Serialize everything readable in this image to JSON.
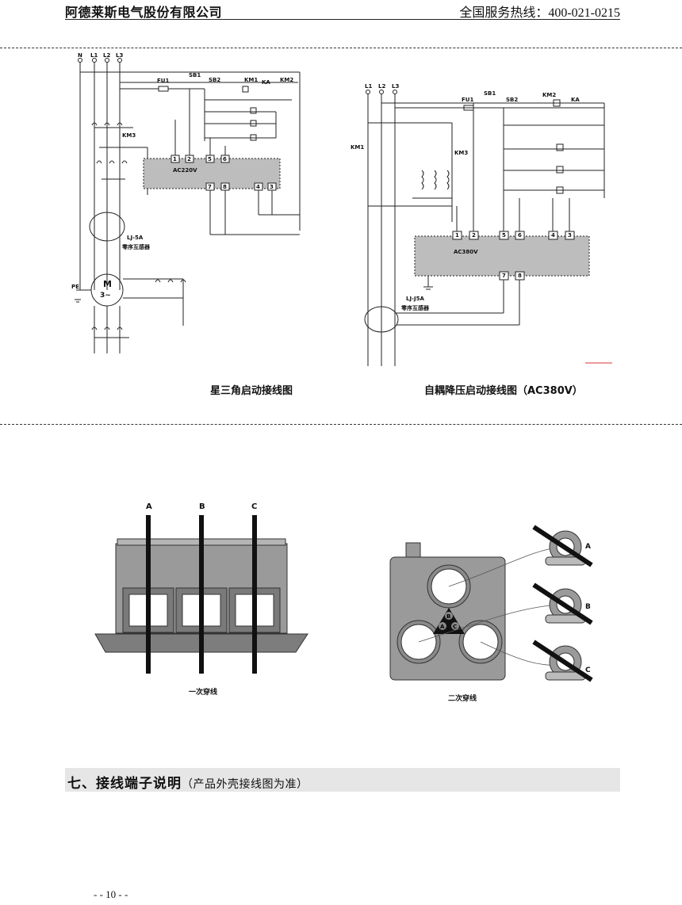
{
  "header": {
    "company": "阿德莱斯电气股份有限公司",
    "hotline_label": "全国服务热线：",
    "hotline_number": "400-021-0215"
  },
  "diagram_left": {
    "caption": "星三角启动接线图",
    "supply": [
      "N",
      "L1",
      "L2",
      "L3"
    ],
    "components": [
      "FU1",
      "SB1",
      "SB2",
      "KM1",
      "KM2",
      "KM3",
      "KA"
    ],
    "module_label": "AC220V",
    "terminals_top": [
      "1",
      "2",
      "5",
      "6"
    ],
    "terminals_bottom": [
      "7",
      "8",
      "4",
      "3"
    ],
    "ct_label": "LJ-5A",
    "ct_desc": "零序互感器",
    "pe": "PE",
    "motor": [
      "M",
      "3~"
    ]
  },
  "diagram_right": {
    "caption": "自耦降压启动接线图（AC380V）",
    "supply": [
      "L1",
      "L2",
      "L3"
    ],
    "components": [
      "FU1",
      "SB1",
      "SB2",
      "KM1",
      "KM2",
      "KM3",
      "KA"
    ],
    "module_label": "AC380V",
    "terminals_top": [
      "1",
      "2",
      "5",
      "6",
      "4",
      "3"
    ],
    "terminals_bottom": [
      "7",
      "8"
    ],
    "ct_label": "LJ-J5A",
    "ct_desc": "零序互感器"
  },
  "threading": {
    "primary": {
      "caption": "一次穿线",
      "phases": [
        "A",
        "B",
        "C"
      ]
    },
    "secondary": {
      "caption": "二次穿线",
      "phases": [
        "A",
        "B",
        "C"
      ],
      "center_labels": [
        "B",
        "A",
        "C"
      ]
    }
  },
  "section": {
    "title": "七、接线端子说明",
    "subtitle": "（产品外壳接线图为准）"
  },
  "page_number": "- - 10 - -"
}
